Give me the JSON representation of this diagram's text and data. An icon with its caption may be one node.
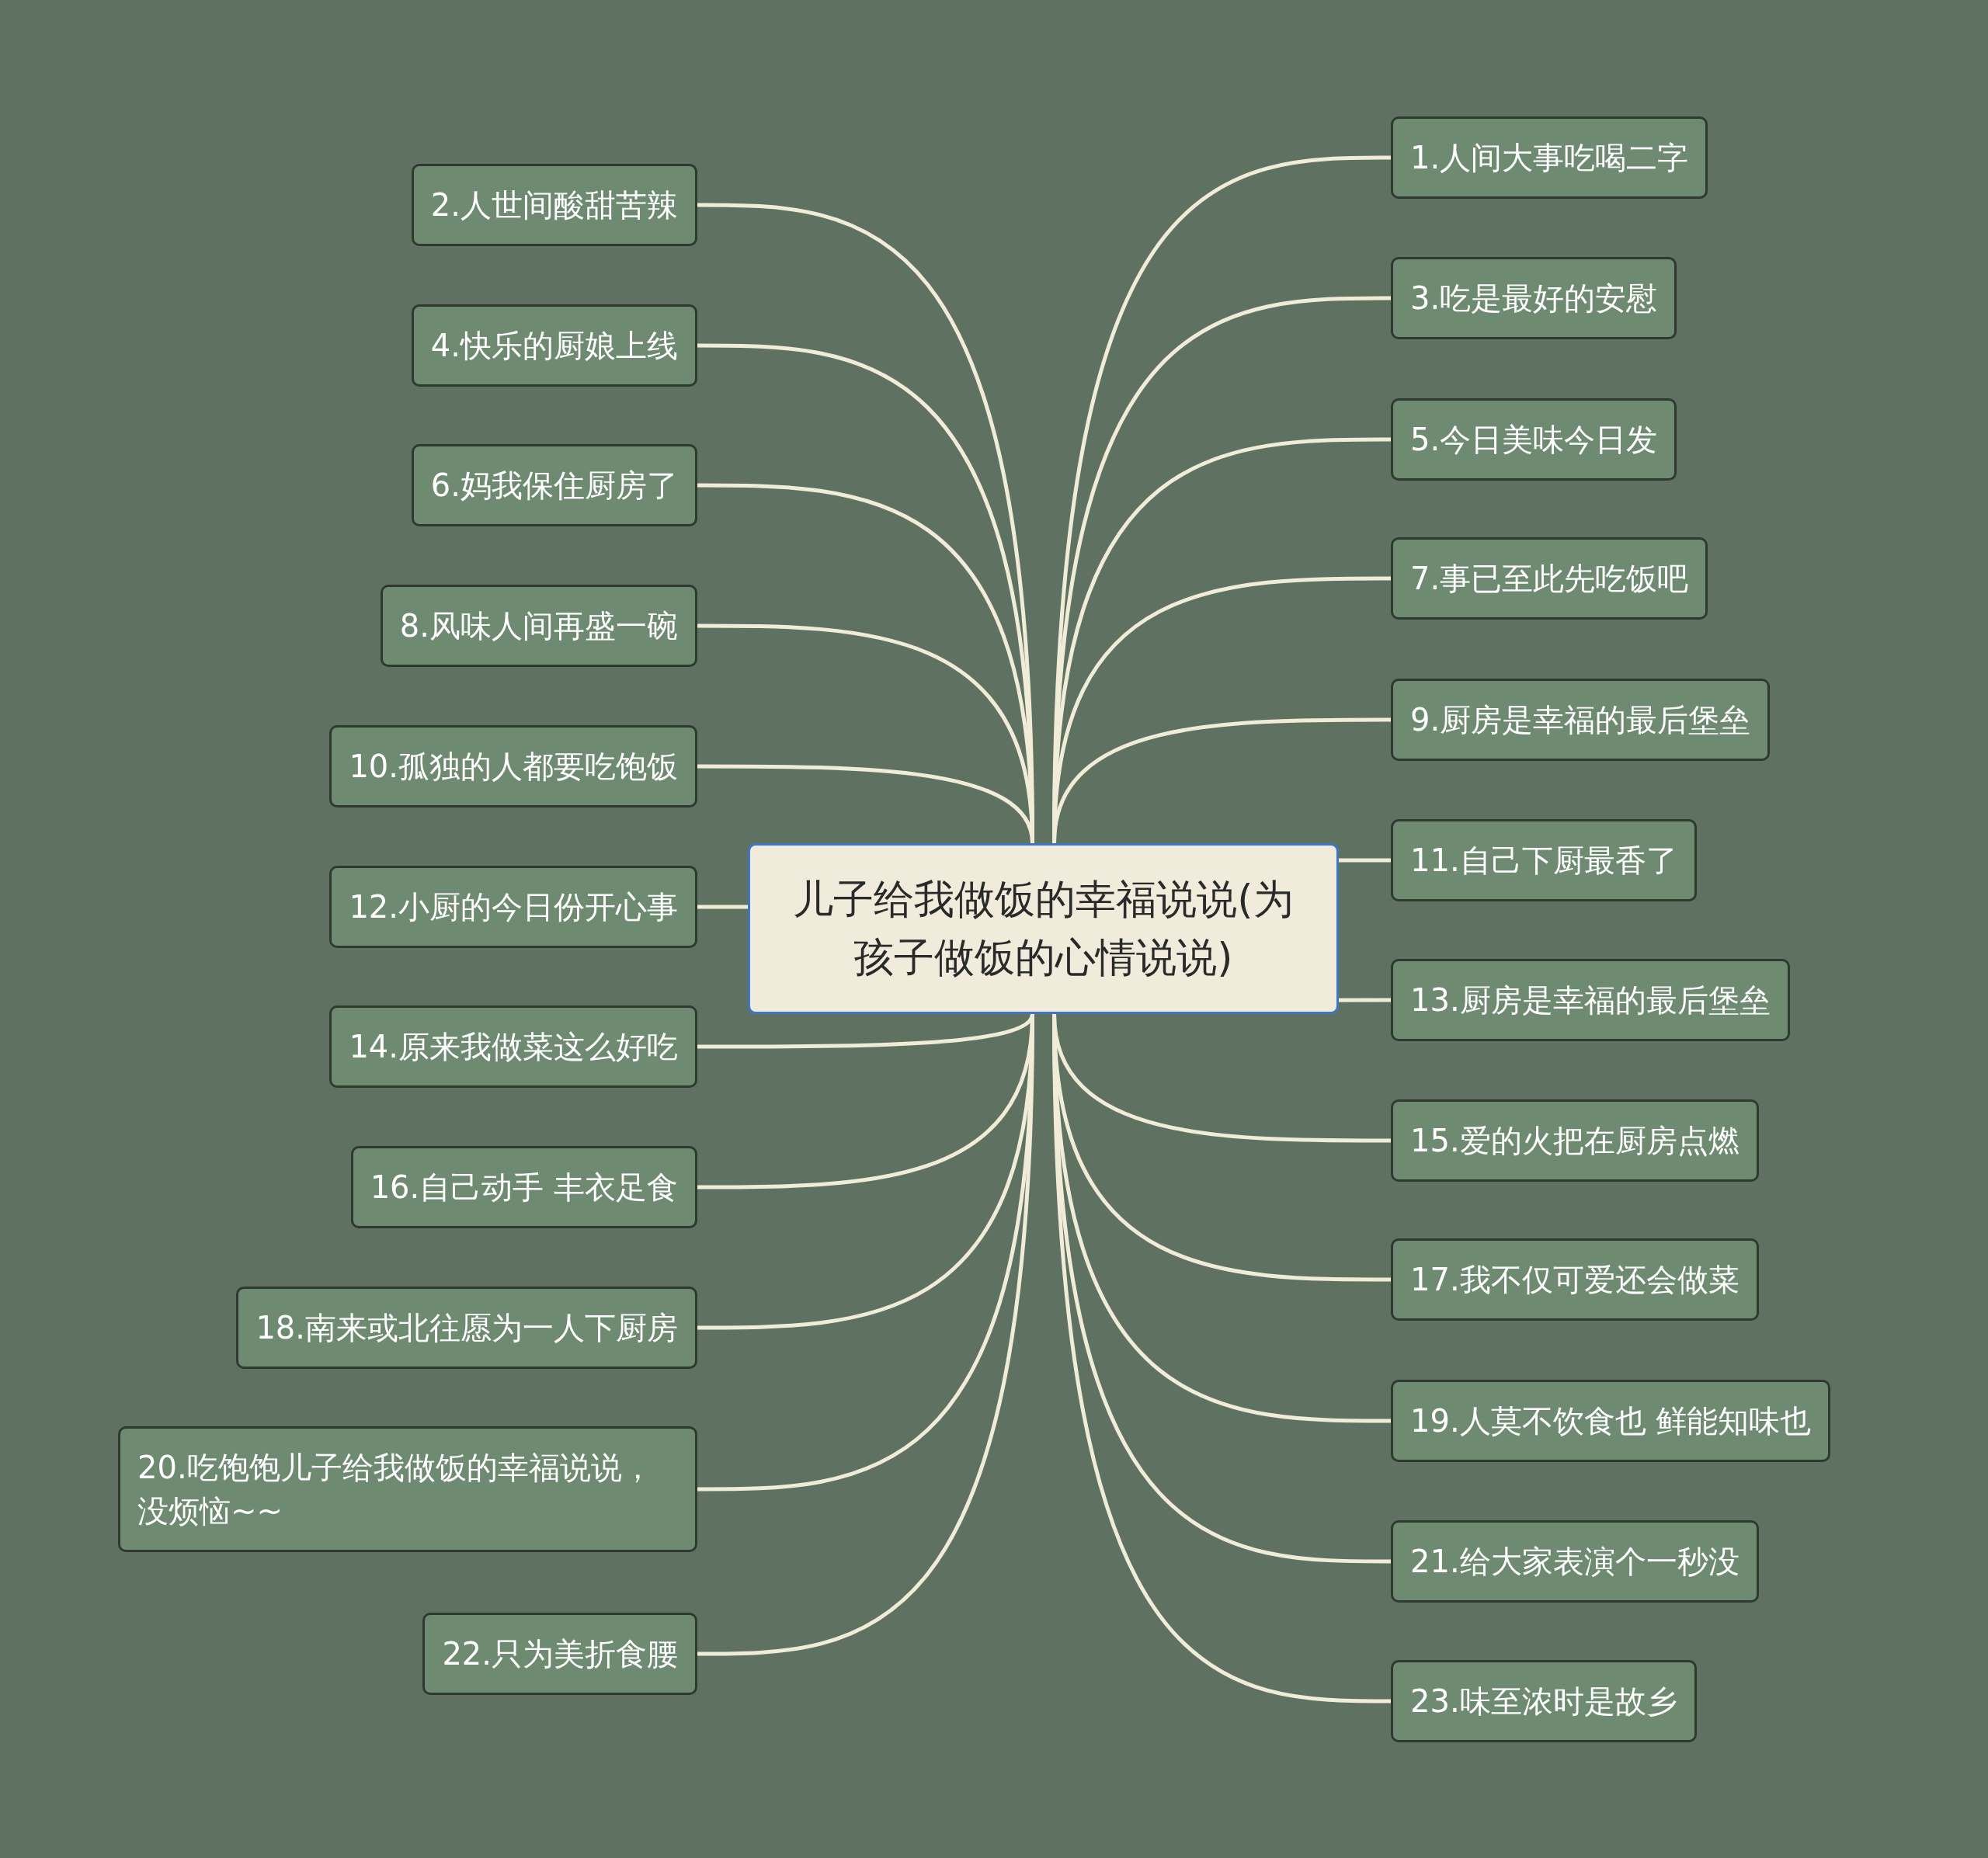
{
  "diagram": {
    "nodes": [
      {
        "text": [
          "儿子给我做饭的幸福说说(为孩子做饭的心情说说)"
        ]
      },
      {
        "text": [
          "1.人间大事吃喝二字"
        ]
      },
      {
        "text": [
          "2.人世间酸甜苦辣"
        ]
      },
      {
        "text": [
          "3.吃是最好的安慰"
        ]
      },
      {
        "text": [
          "4.快乐的厨娘上线"
        ]
      },
      {
        "text": [
          "5.今日美味今日发"
        ]
      },
      {
        "text": [
          "6.妈我保住厨房了"
        ]
      },
      {
        "text": [
          "7.事已至此先吃饭吧"
        ]
      },
      {
        "text": [
          "8.风味人间再盛一碗"
        ]
      },
      {
        "text": [
          "9.厨房是幸福的最后堡垒"
        ]
      },
      {
        "text": [
          "10.孤独的人都要吃饱饭"
        ]
      },
      {
        "text": [
          "11.自己下厨最香了"
        ]
      },
      {
        "text": [
          "12.小厨的今日份开心事"
        ]
      },
      {
        "text": [
          "13.厨房是幸福的最后堡垒"
        ]
      },
      {
        "text": [
          "14.原来我做菜这么好吃"
        ]
      },
      {
        "text": [
          "15.爱的火把在厨房点燃"
        ]
      },
      {
        "text": [
          "16.自己动手 丰衣足食"
        ]
      },
      {
        "text": [
          "17.我不仅可爱还会做菜"
        ]
      },
      {
        "text": [
          "18.南来或北往愿为一人下厨房"
        ]
      },
      {
        "text": [
          "19.人莫不饮食也 鲜能知味也"
        ]
      },
      {
        "text": [
          "20.吃饱饱儿子给我做饭的幸福说说，没烦恼~~"
        ]
      },
      {
        "text": [
          "21.给大家表演个一秒没"
        ]
      },
      {
        "text": [
          "22.只为美折食腰"
        ]
      },
      {
        "text": [
          "23.味至浓时是故乡"
        ]
      }
    ],
    "edges": [
      {
        "from": 0,
        "to": 1,
        "arrow": "none"
      },
      {
        "from": 0,
        "to": 2,
        "arrow": "none"
      },
      {
        "from": 0,
        "to": 3,
        "arrow": "none"
      },
      {
        "from": 0,
        "to": 4,
        "arrow": "none"
      },
      {
        "from": 0,
        "to": 5,
        "arrow": "none"
      },
      {
        "from": 0,
        "to": 6,
        "arrow": "none"
      },
      {
        "from": 0,
        "to": 7,
        "arrow": "none"
      },
      {
        "from": 0,
        "to": 8,
        "arrow": "none"
      },
      {
        "from": 0,
        "to": 9,
        "arrow": "none"
      },
      {
        "from": 0,
        "to": 10,
        "arrow": "none"
      },
      {
        "from": 0,
        "to": 11,
        "arrow": "none"
      },
      {
        "from": 0,
        "to": 12,
        "arrow": "none"
      },
      {
        "from": 0,
        "to": 13,
        "arrow": "none"
      },
      {
        "from": 0,
        "to": 14,
        "arrow": "none"
      },
      {
        "from": 0,
        "to": 15,
        "arrow": "none"
      },
      {
        "from": 0,
        "to": 16,
        "arrow": "none"
      },
      {
        "from": 0,
        "to": 17,
        "arrow": "none"
      },
      {
        "from": 0,
        "to": 18,
        "arrow": "none"
      },
      {
        "from": 0,
        "to": 19,
        "arrow": "none"
      },
      {
        "from": 0,
        "to": 20,
        "arrow": "none"
      },
      {
        "from": 0,
        "to": 21,
        "arrow": "none"
      },
      {
        "from": 0,
        "to": 22,
        "arrow": "none"
      },
      {
        "from": 0,
        "to": 23,
        "arrow": "none"
      }
    ]
  }
}
